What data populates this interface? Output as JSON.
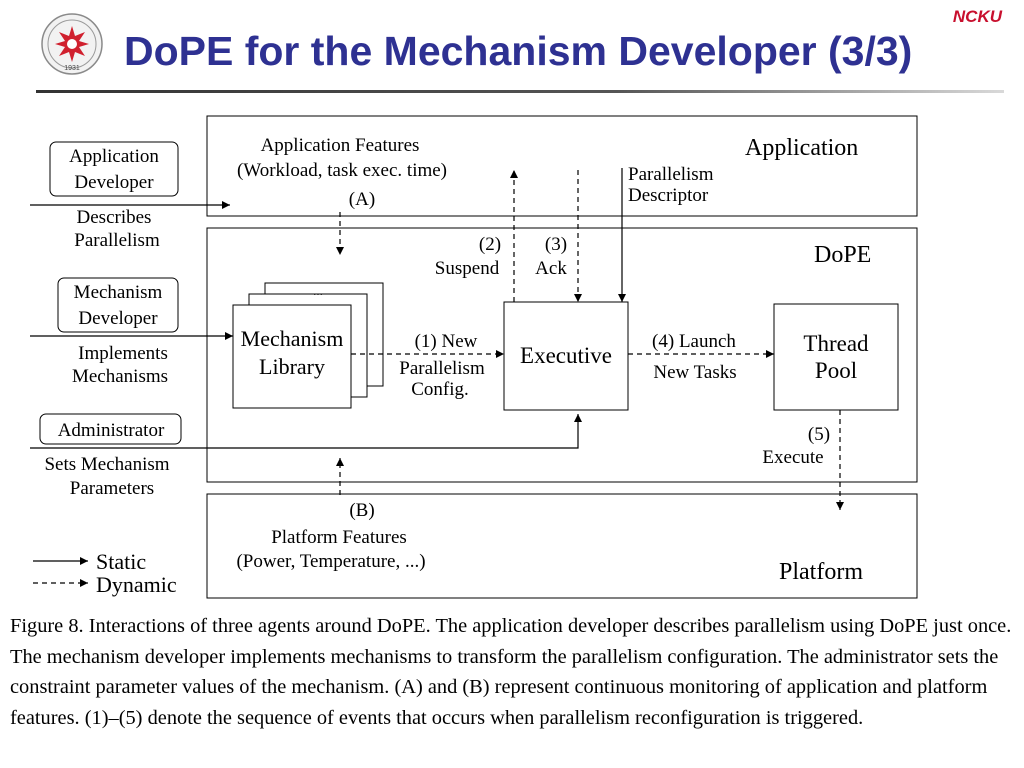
{
  "header": {
    "title": "DoPE for the Mechanism Developer (3/3)",
    "brand": "NCKU",
    "logo_icon": "university-seal-icon",
    "logo_text": "1931",
    "accent_color": "#2e3192",
    "brand_color": "#c8102e"
  },
  "diagram": {
    "layers": {
      "application": "Application",
      "dope": "DoPE",
      "platform": "Platform"
    },
    "actors": {
      "app_dev": [
        "Application",
        "Developer"
      ],
      "mech_dev": [
        "Mechanism",
        "Developer"
      ],
      "admin": "Administrator"
    },
    "actor_actions": {
      "describes": [
        "Describes",
        "Parallelism"
      ],
      "implements": [
        "Implements",
        "Mechanisms"
      ],
      "sets": [
        "Sets Mechanism",
        "Parameters"
      ]
    },
    "components": {
      "mechanism_library": [
        "Mechanism",
        "Library"
      ],
      "executive": "Executive",
      "thread_pool": [
        "Thread",
        "Pool"
      ],
      "stack_ellipsis": "..."
    },
    "features": {
      "app_features": [
        "Application Features",
        "(Workload, task exec. time)",
        "(A)"
      ],
      "platform_features": [
        "(B)",
        "Platform Features",
        "(Power, Temperature, ...)"
      ],
      "parallelism_descriptor": [
        "Parallelism",
        "Descriptor"
      ]
    },
    "steps": {
      "new_config": [
        "(1)  New",
        "Parallelism",
        "Config."
      ],
      "suspend": [
        "(2)",
        "Suspend"
      ],
      "ack": [
        "(3)",
        "Ack"
      ],
      "launch": [
        "(4)  Launch",
        "New Tasks"
      ],
      "execute": [
        "(5)",
        "Execute"
      ]
    },
    "legend": {
      "static": "Static",
      "dynamic": "Dynamic"
    }
  },
  "caption": "Figure 8. Interactions of three agents around DoPE. The application developer describes parallelism using DoPE just once. The mechanism developer implements mechanisms to transform the parallelism configuration. The administrator sets the constraint parameter values of the mechanism. (A) and (B) represent continuous monitoring of application and platform features. (1)–(5) denote the sequence of events that occurs when parallelism reconfiguration is triggered."
}
